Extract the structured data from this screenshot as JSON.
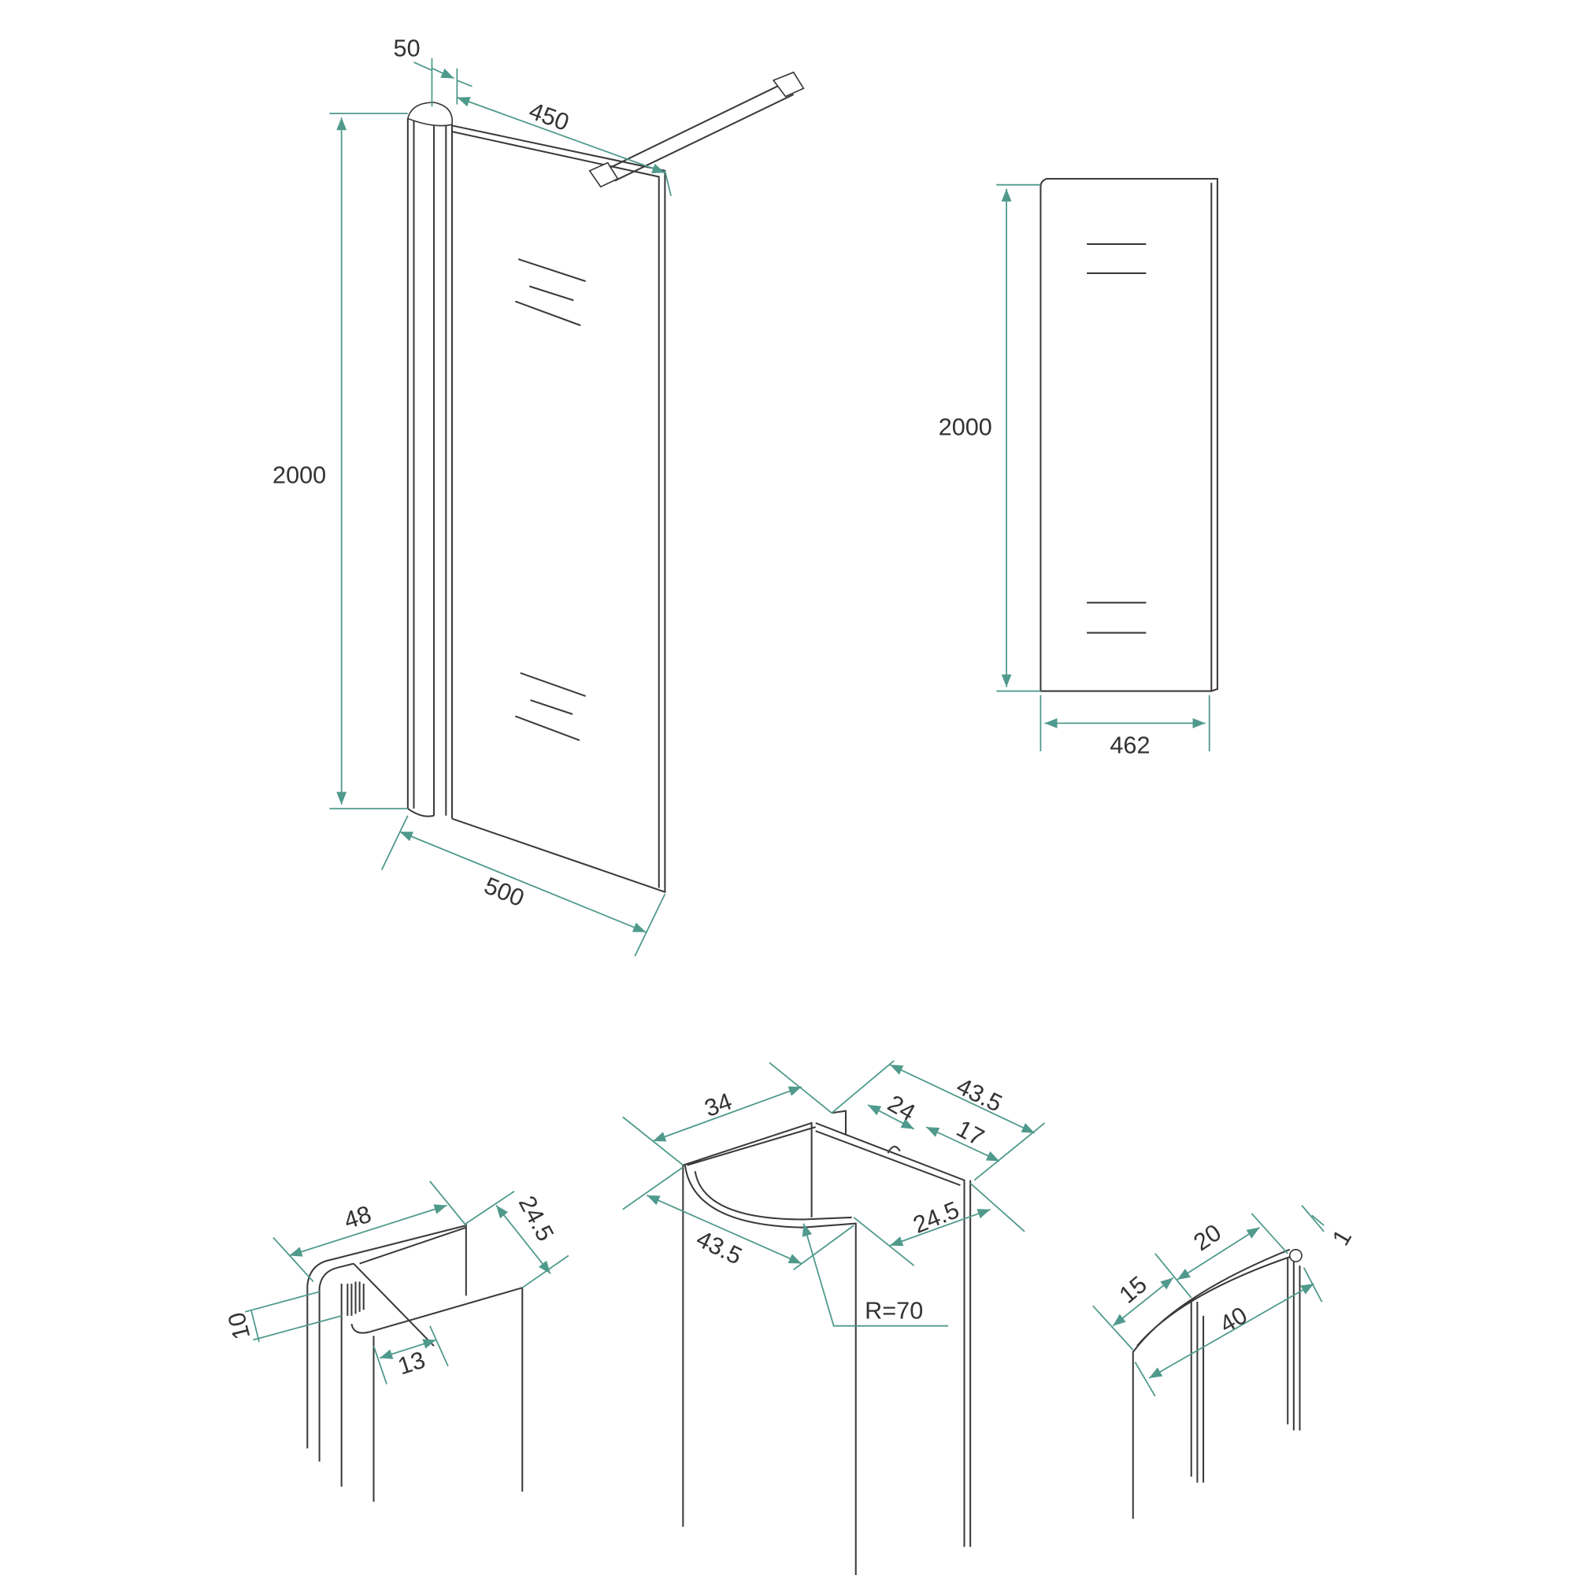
{
  "title": "Walk-in shower panel dimension drawing",
  "colors": {
    "dimension": "#4f9a8c",
    "outline": "#3a3a3a"
  },
  "panel_view": {
    "height": "2000",
    "width": "500",
    "glass_width": "450",
    "profile_width": "50"
  },
  "glass_front_view": {
    "height": "2000",
    "width": "462"
  },
  "wall_profile": {
    "width": "48",
    "depth": "24.5",
    "slot": "10",
    "inner": "13"
  },
  "corner_profile": {
    "side_a": "34",
    "side_b": "43.5",
    "top_b": "43.5",
    "inner_a": "24",
    "inner_b": "17",
    "depth": "24.5",
    "radius": "R=70"
  },
  "end_profile": {
    "a": "15",
    "b": "20",
    "c": "1",
    "d": "40"
  }
}
